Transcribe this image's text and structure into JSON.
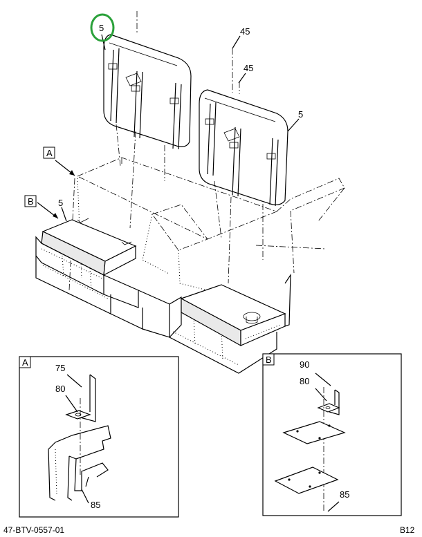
{
  "callouts": {
    "top_seat_left": "5",
    "top_right_upper": "45",
    "top_right_lower": "45",
    "right_seat": "5",
    "label_a": "A",
    "label_b": "B",
    "left_bench": "5"
  },
  "detail_a": {
    "title": "A",
    "items": [
      "75",
      "80",
      "85"
    ]
  },
  "detail_b": {
    "title": "B",
    "items": [
      "90",
      "80",
      "85"
    ]
  },
  "footer": {
    "drawing_number": "47-BTV-0557-01",
    "sheet_code": "B12"
  },
  "colors": {
    "highlight_circle": "#2aa13a"
  }
}
